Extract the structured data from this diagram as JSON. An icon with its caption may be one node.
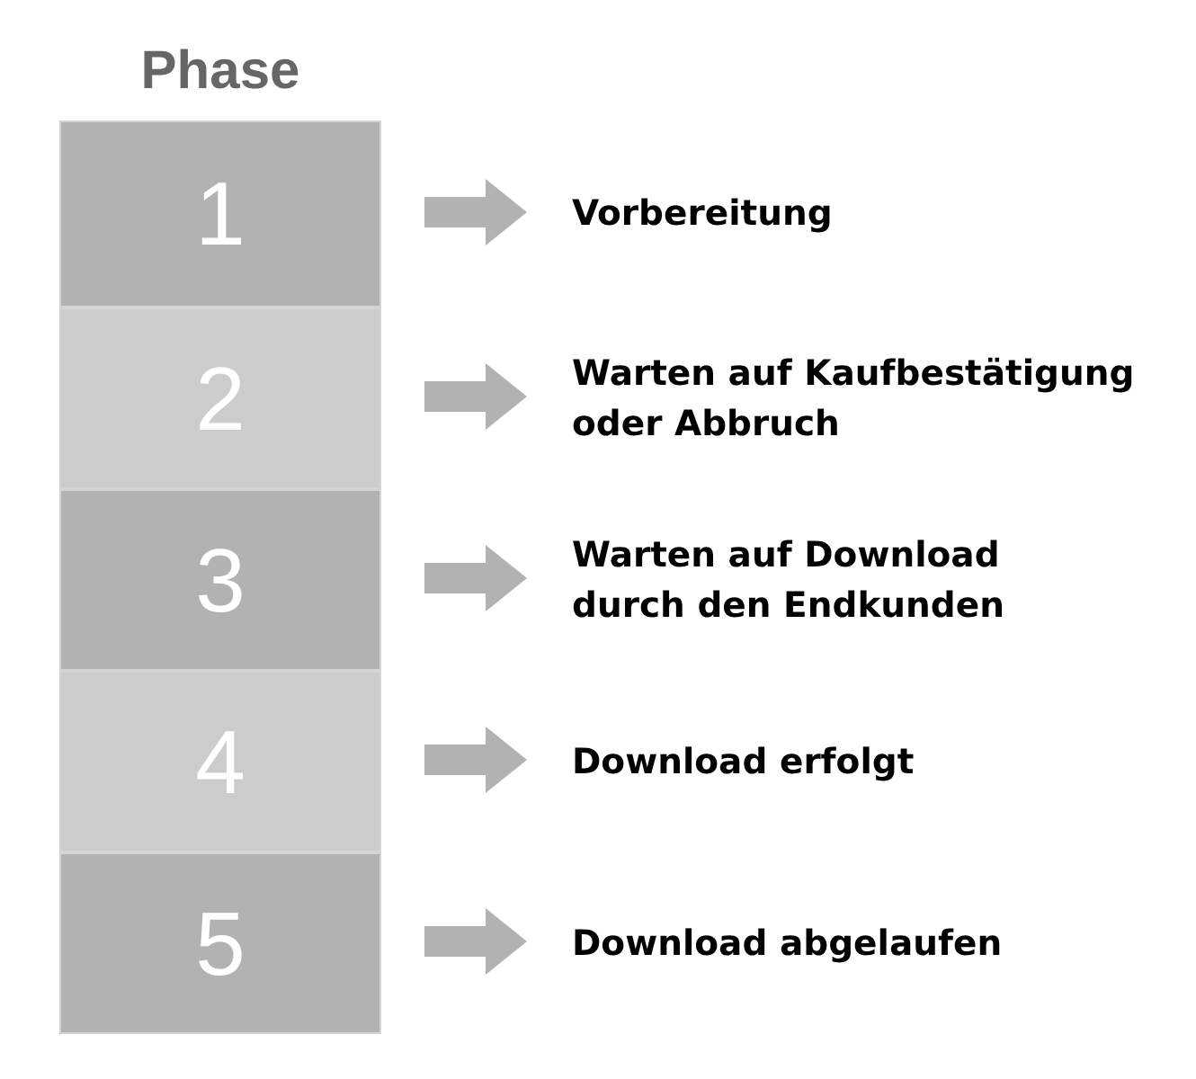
{
  "diagram": {
    "title": "Phase",
    "nodes": [
      {
        "text": [
          "1"
        ]
      },
      {
        "text": [
          "Vorbereitung"
        ]
      },
      {
        "text": [
          "2"
        ]
      },
      {
        "text": [
          "Warten auf Kaufbestätigung oder Abbruch"
        ]
      },
      {
        "text": [
          "3"
        ]
      },
      {
        "text": [
          "Warten auf Download durch den Endkunden"
        ]
      },
      {
        "text": [
          "4"
        ]
      },
      {
        "text": [
          "Download erfolgt"
        ]
      },
      {
        "text": [
          "5"
        ]
      },
      {
        "text": [
          "Download abgelaufen"
        ]
      }
    ],
    "edges": [
      {
        "from": 0,
        "to": 1,
        "arrow": "to"
      },
      {
        "from": 2,
        "to": 3,
        "arrow": "to"
      },
      {
        "from": 4,
        "to": 5,
        "arrow": "to"
      },
      {
        "from": 6,
        "to": 7,
        "arrow": "to"
      },
      {
        "from": 8,
        "to": 9,
        "arrow": "to"
      }
    ]
  }
}
